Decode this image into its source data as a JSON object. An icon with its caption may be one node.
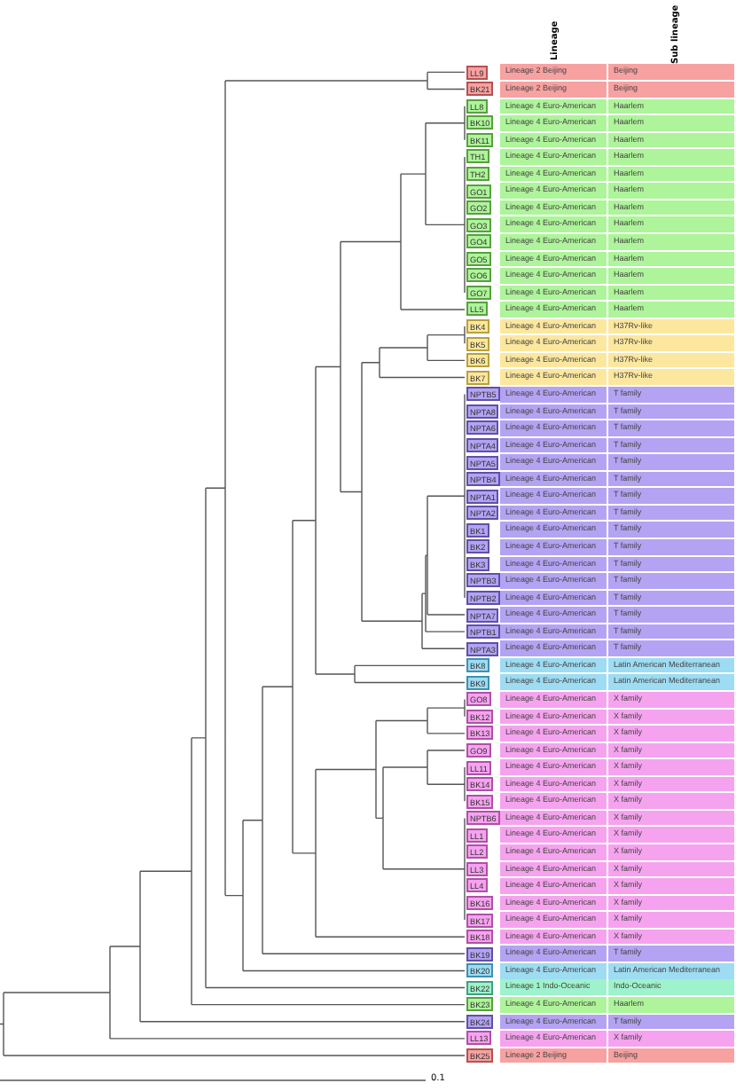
{
  "diagram": {
    "nodes": [
      {
        "text": [
          "LL9"
        ]
      },
      {
        "text": [
          "BK21"
        ]
      },
      {
        "text": [
          "LL8"
        ]
      },
      {
        "text": [
          "BK10"
        ]
      },
      {
        "text": [
          "BK11"
        ]
      },
      {
        "text": [
          "TH1"
        ]
      },
      {
        "text": [
          "TH2"
        ]
      },
      {
        "text": [
          "GO1"
        ]
      },
      {
        "text": [
          "GO2"
        ]
      },
      {
        "text": [
          "GO3"
        ]
      },
      {
        "text": [
          "GO4"
        ]
      },
      {
        "text": [
          "GO5"
        ]
      },
      {
        "text": [
          "GO6"
        ]
      },
      {
        "text": [
          "GO7"
        ]
      },
      {
        "text": [
          "LL5"
        ]
      },
      {
        "text": [
          "BK4"
        ]
      },
      {
        "text": [
          "BK5"
        ]
      },
      {
        "text": [
          "BK6"
        ]
      },
      {
        "text": [
          "BK7"
        ]
      },
      {
        "text": [
          "NPTB5"
        ]
      },
      {
        "text": [
          "NPTA8"
        ]
      },
      {
        "text": [
          "NPTA6"
        ]
      },
      {
        "text": [
          "NPTA4"
        ]
      },
      {
        "text": [
          "NPTA5"
        ]
      },
      {
        "text": [
          "NPTB4"
        ]
      },
      {
        "text": [
          "NPTA1"
        ]
      },
      {
        "text": [
          "NPTA2"
        ]
      },
      {
        "text": [
          "BK1"
        ]
      },
      {
        "text": [
          "BK2"
        ]
      },
      {
        "text": [
          "BK3"
        ]
      },
      {
        "text": [
          "NPTB3"
        ]
      },
      {
        "text": [
          "NPTB2"
        ]
      },
      {
        "text": [
          "NPTA7"
        ]
      },
      {
        "text": [
          "NPTB1"
        ]
      },
      {
        "text": [
          "NPTA3"
        ]
      },
      {
        "text": [
          "BK8"
        ]
      },
      {
        "text": [
          "BK9"
        ]
      },
      {
        "text": [
          "GO8"
        ]
      },
      {
        "text": [
          "BK12"
        ]
      },
      {
        "text": [
          "BK13"
        ]
      },
      {
        "text": [
          "GO9"
        ]
      },
      {
        "text": [
          "LL11"
        ]
      },
      {
        "text": [
          "BK14"
        ]
      },
      {
        "text": [
          "BK15"
        ]
      },
      {
        "text": [
          "NPTB6"
        ]
      },
      {
        "text": [
          "LL1"
        ]
      },
      {
        "text": [
          "LL2"
        ]
      },
      {
        "text": [
          "LL3"
        ]
      },
      {
        "text": [
          "LL4"
        ]
      },
      {
        "text": [
          "BK16"
        ]
      },
      {
        "text": [
          "BK17"
        ]
      },
      {
        "text": [
          "BK18"
        ]
      },
      {
        "text": [
          "BK19"
        ]
      },
      {
        "text": [
          "BK20"
        ]
      },
      {
        "text": [
          "BK22"
        ]
      },
      {
        "text": [
          "BK23"
        ]
      },
      {
        "text": [
          "BK24"
        ]
      },
      {
        "text": [
          "LL13"
        ]
      },
      {
        "text": [
          "BK25"
        ]
      }
    ],
    "labels": [
      "Lineage",
      "Sub lineage",
      "Lineage 2 Beijing",
      "Beijing",
      "Lineage 2 Beijing",
      "Beijing",
      "Lineage 4 Euro-American",
      "Haarlem",
      "Lineage 4 Euro-American",
      "Haarlem",
      "Lineage 4 Euro-American",
      "Haarlem",
      "Lineage 4 Euro-American",
      "Haarlem",
      "Lineage 4 Euro-American",
      "Haarlem",
      "Lineage 4 Euro-American",
      "Haarlem",
      "Lineage 4 Euro-American",
      "Haarlem",
      "Lineage 4 Euro-American",
      "Haarlem",
      "Lineage 4 Euro-American",
      "Haarlem",
      "Lineage 4 Euro-American",
      "Haarlem",
      "Lineage 4 Euro-American",
      "Haarlem",
      "Lineage 4 Euro-American",
      "Haarlem",
      "Lineage 4 Euro-American",
      "Haarlem",
      "Lineage 4 Euro-American",
      "H37Rv-like",
      "Lineage 4 Euro-American",
      "H37Rv-like",
      "Lineage 4 Euro-American",
      "H37Rv-like",
      "Lineage 4 Euro-American",
      "H37Rv-like",
      "Lineage 4 Euro-American",
      "T family",
      "Lineage 4 Euro-American",
      "T family",
      "Lineage 4 Euro-American",
      "T family",
      "Lineage 4 Euro-American",
      "T family",
      "Lineage 4 Euro-American",
      "T family",
      "Lineage 4 Euro-American",
      "T family",
      "Lineage 4 Euro-American",
      "T family",
      "Lineage 4 Euro-American",
      "T family",
      "Lineage 4 Euro-American",
      "T family",
      "Lineage 4 Euro-American",
      "T family",
      "Lineage 4 Euro-American",
      "T family",
      "Lineage 4 Euro-American",
      "T family",
      "Lineage 4 Euro-American",
      "T family",
      "Lineage 4 Euro-American",
      "T family",
      "Lineage 4 Euro-American",
      "T family",
      "Lineage 4 Euro-American",
      "T family",
      "Lineage 4 Euro-American",
      "Latin American Mediterranean",
      "Lineage 4 Euro-American",
      "Latin American Mediterranean",
      "Lineage 4 Euro-American",
      "X family",
      "Lineage 4 Euro-American",
      "X family",
      "Lineage 4 Euro-American",
      "X family",
      "Lineage 4 Euro-American",
      "X family",
      "Lineage 4 Euro-American",
      "X family",
      "Lineage 4 Euro-American",
      "X family",
      "Lineage 4 Euro-American",
      "X family",
      "Lineage 4 Euro-American",
      "X family",
      "Lineage 4 Euro-American",
      "X family",
      "Lineage 4 Euro-American",
      "X family",
      "Lineage 4 Euro-American",
      "X family",
      "Lineage 4 Euro-American",
      "X family",
      "Lineage 4 Euro-American",
      "X family",
      "Lineage 4 Euro-American",
      "X family",
      "Lineage 4 Euro-American",
      "X family",
      "Lineage 4 Euro-American",
      "T family",
      "Lineage 4 Euro-American",
      "Latin American Mediterranean",
      "Lineage 1 Indo-Oceanic",
      "Indo-Oceanic",
      "Lineage 4 Euro-American",
      "Haarlem",
      "Lineage 4 Euro-American",
      "T family",
      "Lineage 4 Euro-American",
      "X family",
      "Lineage 2 Beijing",
      "Beijing",
      "0.1"
    ]
  }
}
